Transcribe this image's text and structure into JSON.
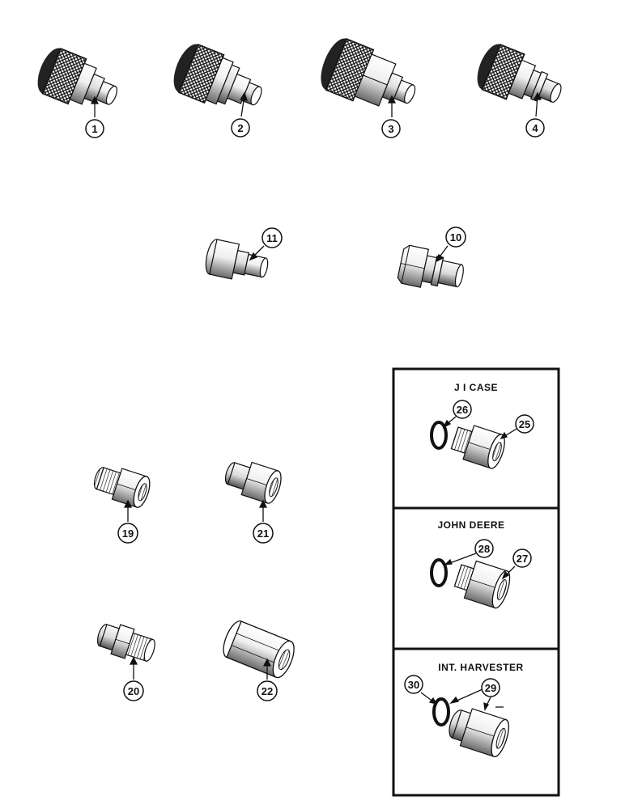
{
  "callouts": {
    "c1": "1",
    "c2": "2",
    "c3": "3",
    "c4": "4",
    "c11": "11",
    "c10": "10",
    "c19": "19",
    "c21": "21",
    "c20": "20",
    "c22": "22",
    "c26": "26",
    "c25": "25",
    "c28": "28",
    "c27": "27",
    "c30": "30",
    "c29": "29"
  },
  "panels": {
    "jicase": "J I CASE",
    "johndeere": "JOHN DEERE",
    "intharvester": "INT. HARVESTER"
  }
}
